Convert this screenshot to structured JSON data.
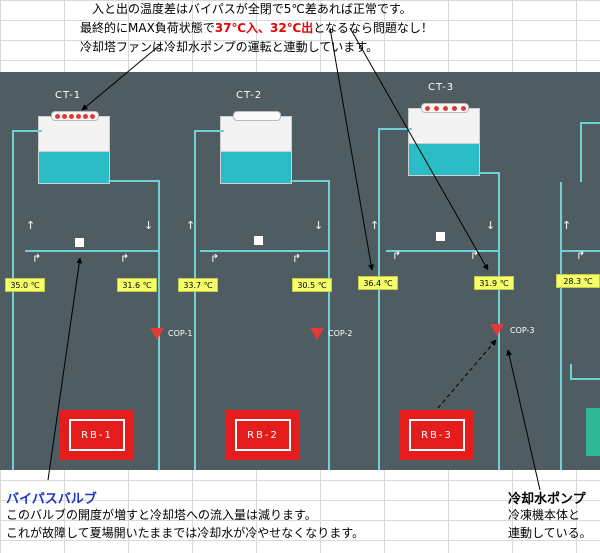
{
  "notes": {
    "line1": "入と出の温度差はバイパスが全閉で5℃差あれば正常です。",
    "line2_a": "最終的にMAX負荷状態で",
    "line2_red": "37℃入、32℃出",
    "line2_b": "となるなら問題なし！",
    "line3": "冷却塔ファンは冷却水ポンプの運転と連動しています。"
  },
  "towers": [
    {
      "label": "CT-1",
      "fan_on": true
    },
    {
      "label": "CT-2",
      "fan_on": false
    },
    {
      "label": "CT-3",
      "fan_on": true
    }
  ],
  "temps": {
    "t1_in": "35.0 ℃",
    "t1_out": "31.6 ℃",
    "t2_in": "33.7 ℃",
    "t2_out": "30.5 ℃",
    "t3_in": "36.4 ℃",
    "t3_out": "31.9 ℃",
    "t4_in": "28.3 ℃"
  },
  "pumps": [
    "COP-1",
    "COP-2",
    "COP-3"
  ],
  "rbs": [
    "RB-1",
    "RB-2",
    "RB-3"
  ],
  "bottom": {
    "bypass_title": "バイパスバルブ",
    "bypass_line1": "このバルブの開度が増すと冷却塔への流入量は減ります。",
    "bypass_line2": "これが故障して夏場開いたままでは冷却水が冷やせなくなります。",
    "pump_title": "冷却水ポンプ",
    "pump_line1": "冷凍機本体と",
    "pump_line2": "連動している。"
  },
  "colors": {
    "panel": "#4f5c62",
    "pipe": "#6fd1d7",
    "water": "#2bbdc6",
    "temp_box": "#f5ff6a",
    "alarm_red": "#e41c1c",
    "highlight_text": "#e60000",
    "heading_blue": "#1a35c8"
  }
}
